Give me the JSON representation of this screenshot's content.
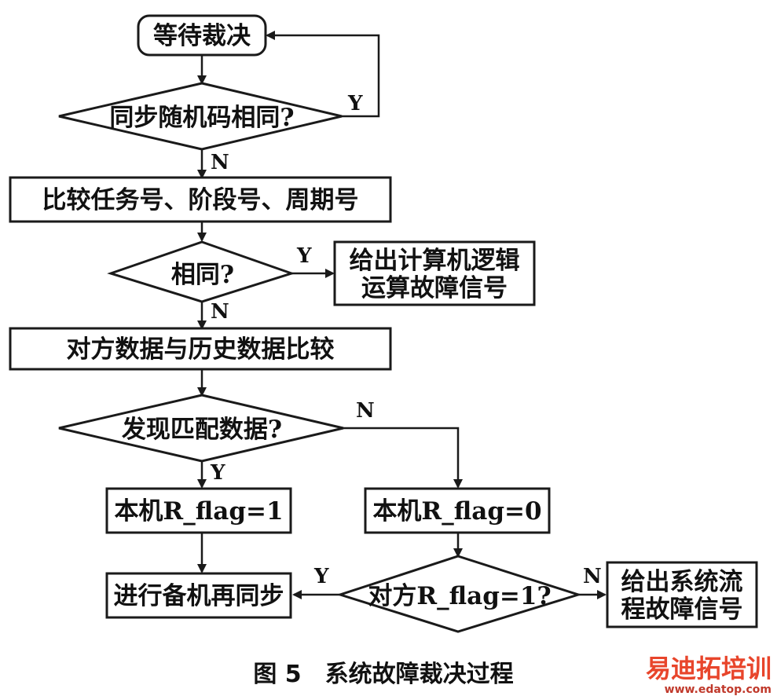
{
  "nodes": {
    "wait": "等待裁决",
    "sync_question": "同步随机码相同?",
    "compare_task": "比较任务号、阶段号、周期号",
    "same_question": "相同?",
    "logic_fault_line1": "给出计算机逻辑",
    "logic_fault_line2": "运算故障信号",
    "compare_history": "对方数据与历史数据比较",
    "match_question": "发现匹配数据?",
    "flag_one": "本机R_flag=1",
    "flag_zero": "本机R_flag=0",
    "resync": "进行备机再同步",
    "peer_question": "对方R_flag=1?",
    "flow_fault_line1": "给出系统流",
    "flow_fault_line2": "程故障信号"
  },
  "edge_labels": {
    "yes": "Y",
    "no": "N"
  },
  "caption": "图 5　系统故障裁决过程",
  "watermark": {
    "logo": "易迪拓培训",
    "url": "www.edatop.com",
    "color_primary": "#e8452b",
    "color_secondary": "#c0392b"
  },
  "colors": {
    "stroke": "#1a1a1a",
    "background": "#ffffff"
  }
}
